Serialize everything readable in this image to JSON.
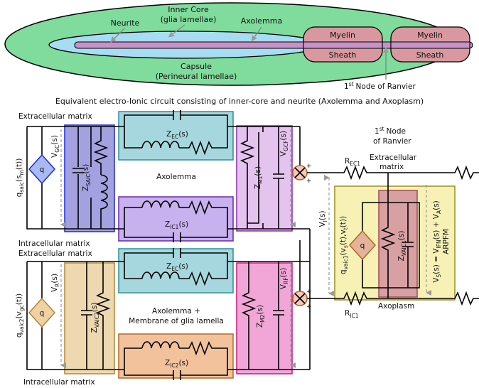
{
  "colors": {
    "capsule": "#7fdc9c",
    "inner_core": "#a7dcf2",
    "neurite": "#c792c7",
    "myelin": "#d9989f",
    "blue_box": "#a3a1e0",
    "teal_box": "#a6d7de",
    "lilac_box": "#e5c3ef",
    "purple_box": "#c8b1ef",
    "wheat_box": "#eed8b0",
    "pink_box": "#f2a6d8",
    "orange_box": "#f2c29d",
    "yellow_box": "#f7f1b6",
    "rose_box": "#d9a0a4",
    "source_blue": "#a9b9f2",
    "source_brown": "#efd1a3",
    "source_rose": "#e3b39b",
    "adder": "#f2c8bd"
  },
  "anatomy": {
    "neurite": "Neurite",
    "inner_core_title": "Inner Core",
    "inner_core_sub": "(glia lamellae)",
    "axolemma": "Axolemma",
    "myelin_1": "Myelin",
    "sheath_1": "Sheath",
    "myelin_2": "Myelin",
    "sheath_2": "Sheath",
    "capsule_title": "Capsule",
    "capsule_sub": "(Perineural lamellae)",
    "node_sup": "st",
    "node_prefix": "1",
    "node_text": "Node of Ranvier"
  },
  "title": "Equivalent electro-Ionic circuit consisting of inner-core and neurite (Axolemma and Axoplasm)",
  "labels": {
    "extracellular_top": "Extracellular matrix",
    "intracellular_mid": "Intracellular matrix",
    "extracellular_mid": "Extracellular matrix",
    "intracellular_bottom": "Intracellular matrix",
    "axolemma": "Axolemma",
    "axolemma_plus_1": "Axolemma +",
    "axolemma_plus_2": "Membrane of glia lamella",
    "node_sup": "st",
    "node_line1": "1",
    "node_line1_tail": "Node",
    "node_line2": "of Ranvier",
    "extracellular_right_1": "Extracellular",
    "extracellular_right_2": "matrix",
    "axoplasm": "Axoplasm",
    "arpfm": "ARPFM",
    "q": "q"
  },
  "subs": {
    "z_ec_top": [
      "Z",
      "EC",
      "(s)"
    ],
    "z_ic1": [
      "Z",
      "IC1",
      "(s)"
    ],
    "z_ec_bot": [
      "Z",
      "EC",
      "(s)"
    ],
    "z_ic2": [
      "Z",
      "IC2",
      "(s)"
    ],
    "z_saic": [
      "Z",
      "SAIC",
      "(s)"
    ],
    "z_vaic2": [
      "Z",
      "VAIC2",
      "(s)"
    ],
    "z_m1": [
      "Z",
      "M1",
      "(s)"
    ],
    "z_m2": [
      "Z",
      "M2",
      "(s)"
    ],
    "z_vaic1": [
      "Z",
      "VAIC1",
      "(s)"
    ],
    "v_gc": [
      "V",
      "GC",
      "(s)"
    ],
    "v_r": [
      "V",
      "R",
      "(s)"
    ],
    "v_gcf": [
      "V",
      "GCF",
      "(s)"
    ],
    "v_rf": [
      "V",
      "RF",
      "(s)"
    ],
    "v_i": [
      "V",
      "I",
      "(s)"
    ],
    "r_ec1": [
      "R",
      "EC1",
      ""
    ],
    "r_ic1": [
      "R",
      "IC1",
      ""
    ],
    "q_saic": [
      "q",
      "saic",
      "(s",
      "m",
      "(t))"
    ],
    "q_vaic2": [
      "q",
      "vaic2",
      "(v",
      "gc",
      "(t))"
    ],
    "q_vaic1": [
      "q",
      "vaic1",
      "(v",
      "s",
      "(t),v",
      "t",
      "(t))"
    ],
    "v_s": [
      "V",
      "S",
      "(s) = V",
      "IFN",
      "(s) + V",
      "A",
      "(s)"
    ]
  }
}
